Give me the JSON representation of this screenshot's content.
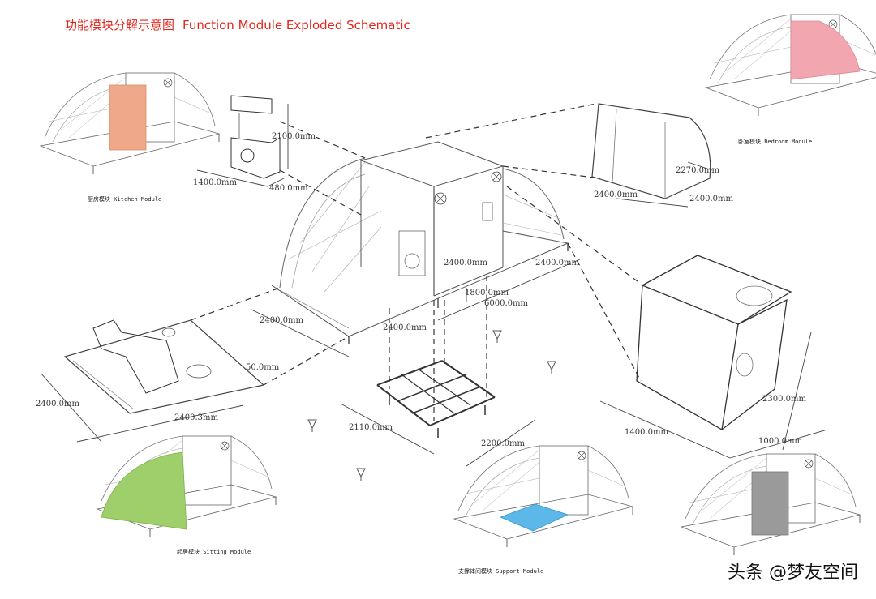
{
  "title": {
    "cn": "功能模块分解示意图",
    "en": "Function Module Exploded Schematic"
  },
  "modules": [
    {
      "id": "kitchen",
      "label": "厨房模块 Kitchen Module",
      "color": "#f0a88a"
    },
    {
      "id": "bedroom",
      "label": "卧室模块 Bedroom Module",
      "color": "#f2a7b0"
    },
    {
      "id": "sitting",
      "label": "起居模块 Sitting Module",
      "color": "#9fcf6a"
    },
    {
      "id": "support",
      "label": "支撑体间模块 Support Module",
      "color": "#5bb8e8"
    },
    {
      "id": "bath",
      "label": "",
      "color": "#9a9a9a"
    }
  ],
  "dimensions": [
    "2100.0mm",
    "1400.0mm",
    "480.0mm",
    "2270.0mm",
    "2400.0mm",
    "2400.0mm",
    "2400.0mm",
    "2400.0mm",
    "1800.0mm",
    "6000.0mm",
    "2400.0mm",
    "2400.0mm",
    "50.0mm",
    "2400.0mm",
    "2400.3mm",
    "2110.0mm",
    "2200.0mm",
    "1400.0mm",
    "2300.0mm",
    "1000.0mm"
  ],
  "watermark": "头条 @梦友空间"
}
